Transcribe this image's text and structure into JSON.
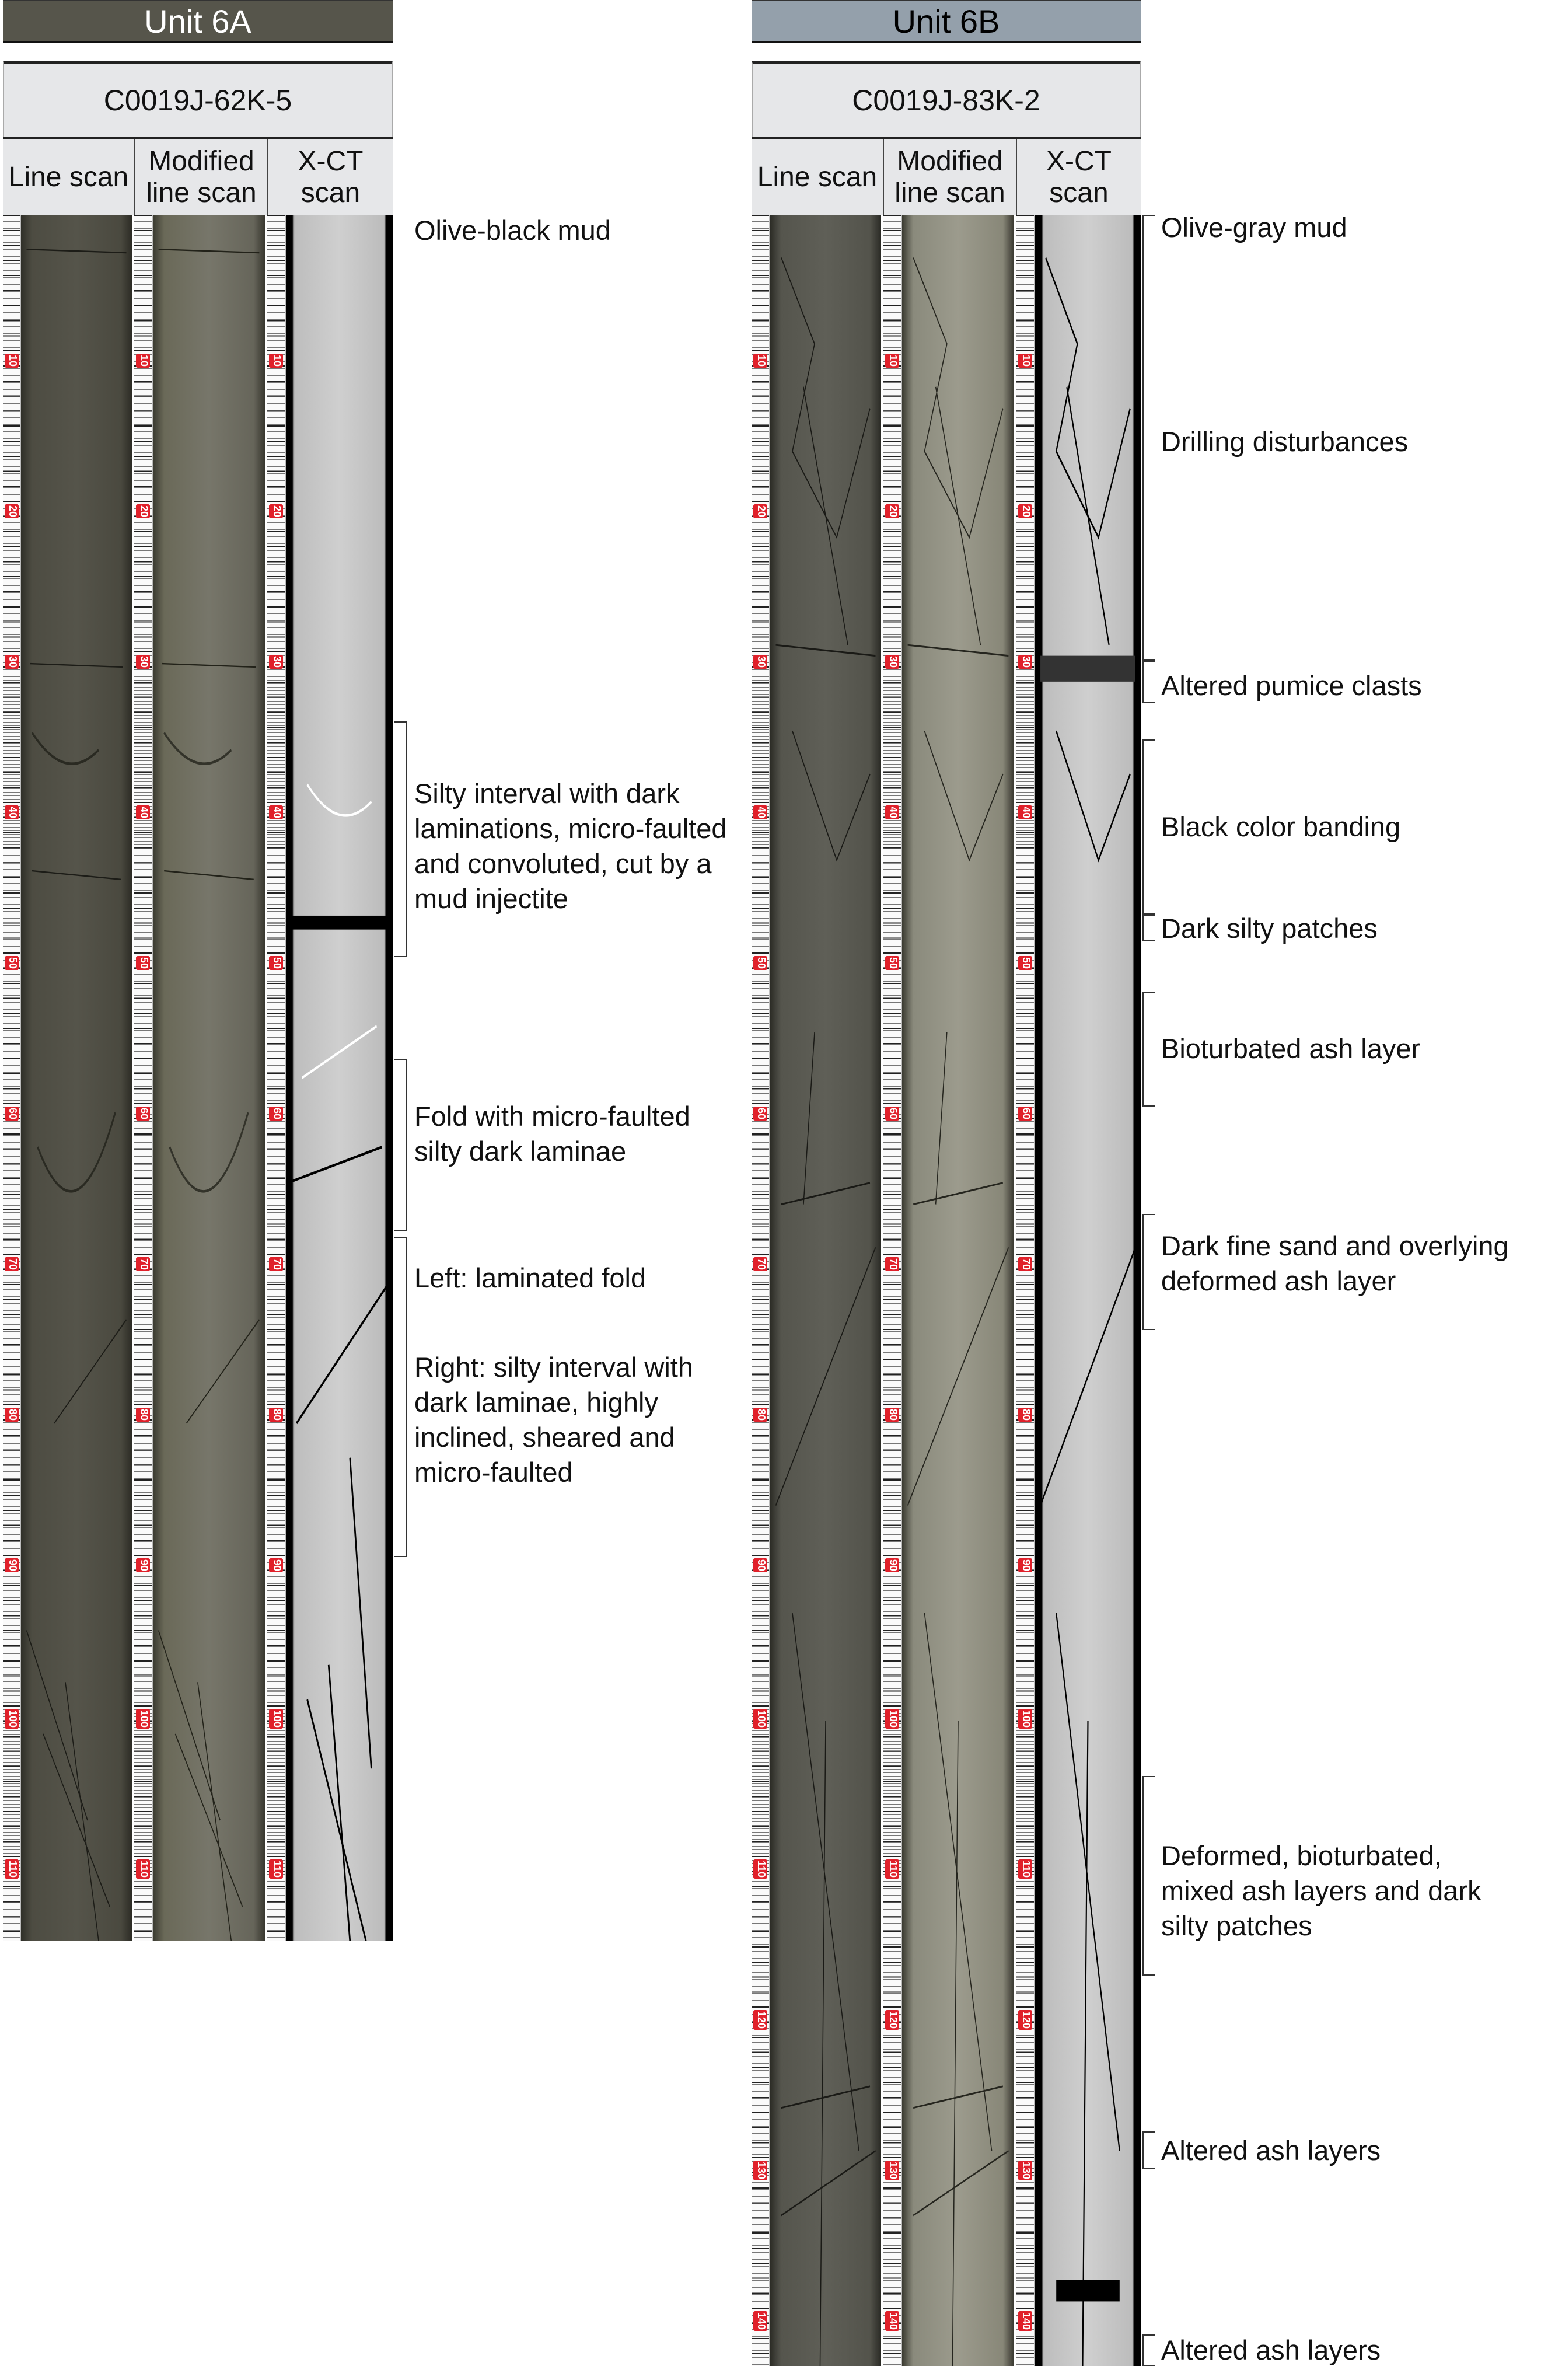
{
  "units": [
    {
      "label": "Unit 6A",
      "color": "#56554b",
      "text_color": "#ffffff"
    },
    {
      "label": "Unit 6B",
      "color": "#94a0ab",
      "text_color": "#000000"
    }
  ],
  "cores": [
    {
      "sample_id": "C0019J-62K-5",
      "columns": [
        "Line scan",
        "Modified line scan",
        "X-CT scan"
      ],
      "ruler_labels": [
        "10",
        "20",
        "30",
        "40",
        "50",
        "60",
        "70",
        "80",
        "90",
        "100",
        "110"
      ],
      "annotations": [
        "Olive-black mud",
        "Silty interval with dark laminations, micro-faulted and convoluted, cut by a mud injectite",
        "Fold with micro-faulted silty dark laminae",
        "Left: laminated fold",
        "Right: silty interval with dark laminae, highly inclined, sheared and micro-faulted"
      ]
    },
    {
      "sample_id": "C0019J-83K-2",
      "columns": [
        "Line scan",
        "Modified line scan",
        "X-CT scan"
      ],
      "ruler_labels": [
        "10",
        "20",
        "30",
        "40",
        "50",
        "60",
        "70",
        "80",
        "90",
        "100",
        "110",
        "120",
        "130",
        "140"
      ],
      "annotations": [
        "Olive-gray mud",
        "Drilling disturbances",
        "Altered pumice clasts",
        "Black color banding",
        "Dark silty patches",
        "Bioturbated ash layer",
        "Dark fine sand and overlying deformed ash layer",
        "Deformed, bioturbated, mixed ash layers and dark silty patches",
        "Altered ash layers",
        "Altered ash layers"
      ]
    }
  ]
}
